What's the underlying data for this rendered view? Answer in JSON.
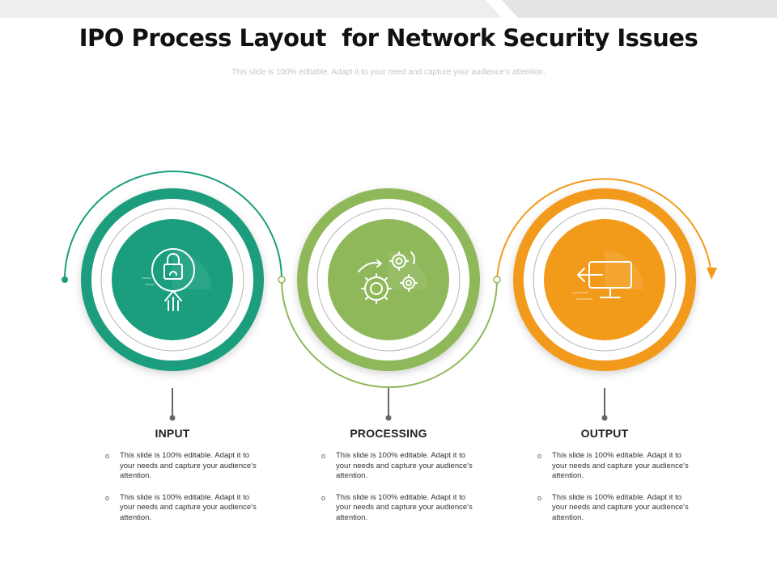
{
  "title": "IPO Process Layout  for Network Security Issues",
  "subtitle": "This slide is 100% editable. Adapt it to your need and capture your audience’s attention.",
  "colors": {
    "input": "#1a9e7e",
    "processing": "#8fb85a",
    "output": "#f29a1a",
    "ring_line": "#b5b5b5",
    "connector": "#666666"
  },
  "stages": [
    {
      "label": "INPUT",
      "icon": "lock-upload-icon",
      "bullets": [
        "This slide is 100% editable.  Adapt it to your needs and capture your audience's attention.",
        "This slide is 100% editable.  Adapt it to your needs and capture your audience's attention."
      ]
    },
    {
      "label": "PROCESSING",
      "icon": "gears-icon",
      "bullets": [
        "This slide is 100% editable.  Adapt it to your needs and capture your audience's attention.",
        "This slide is 100% editable.  Adapt it to your needs and capture your audience's attention."
      ]
    },
    {
      "label": "OUTPUT",
      "icon": "monitor-output-icon",
      "bullets": [
        "This slide is 100% editable.  Adapt it to your needs and capture your audience's attention.",
        "This slide is 100% editable.  Adapt it to your needs and capture your audience's attention."
      ]
    }
  ]
}
